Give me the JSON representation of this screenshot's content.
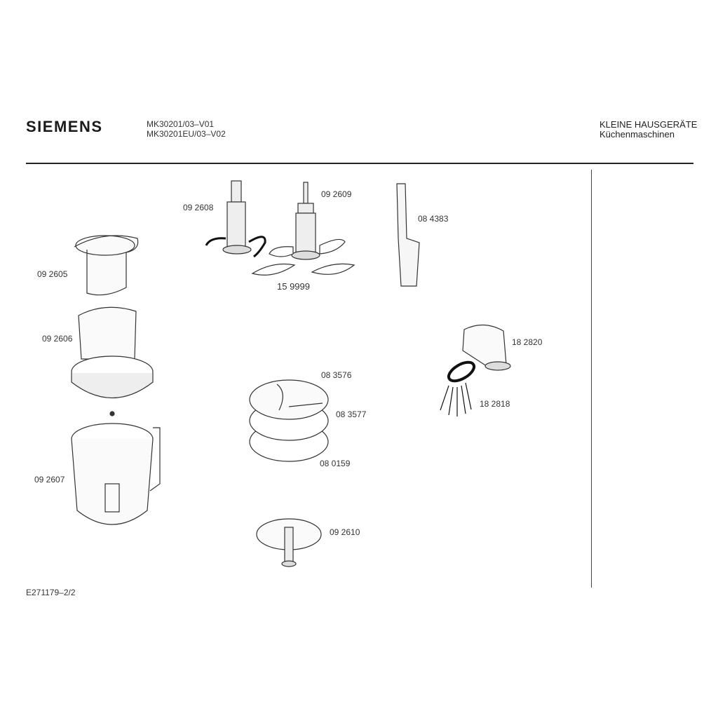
{
  "header": {
    "brand": "SIEMENS",
    "models": [
      "MK30201/03–V01",
      "MK30201EU/03–V02"
    ],
    "category": "KLEINE HAUSGERÄTE",
    "subcategory": "Küchenmaschinen"
  },
  "parts": [
    {
      "number": "09 2608",
      "name": "kneading-tool"
    },
    {
      "number": "09 2609",
      "name": "blade-insert"
    },
    {
      "number": "15 9999",
      "name": "blades"
    },
    {
      "number": "08 4383",
      "name": "spatula"
    },
    {
      "number": "09 2605",
      "name": "pusher"
    },
    {
      "number": "09 2606",
      "name": "bowl-lid"
    },
    {
      "number": "09 2607",
      "name": "mixing-bowl"
    },
    {
      "number": "18 2820",
      "name": "whisk-gear-housing"
    },
    {
      "number": "18 2818",
      "name": "whisk"
    },
    {
      "number": "08 3576",
      "name": "slicing-disc"
    },
    {
      "number": "08 3577",
      "name": "grating-disc"
    },
    {
      "number": "08 0159",
      "name": "fine-grating-disc"
    },
    {
      "number": "09 2610",
      "name": "disc-carrier"
    }
  ],
  "footer": {
    "drawing_id": "E271179–2/2"
  }
}
